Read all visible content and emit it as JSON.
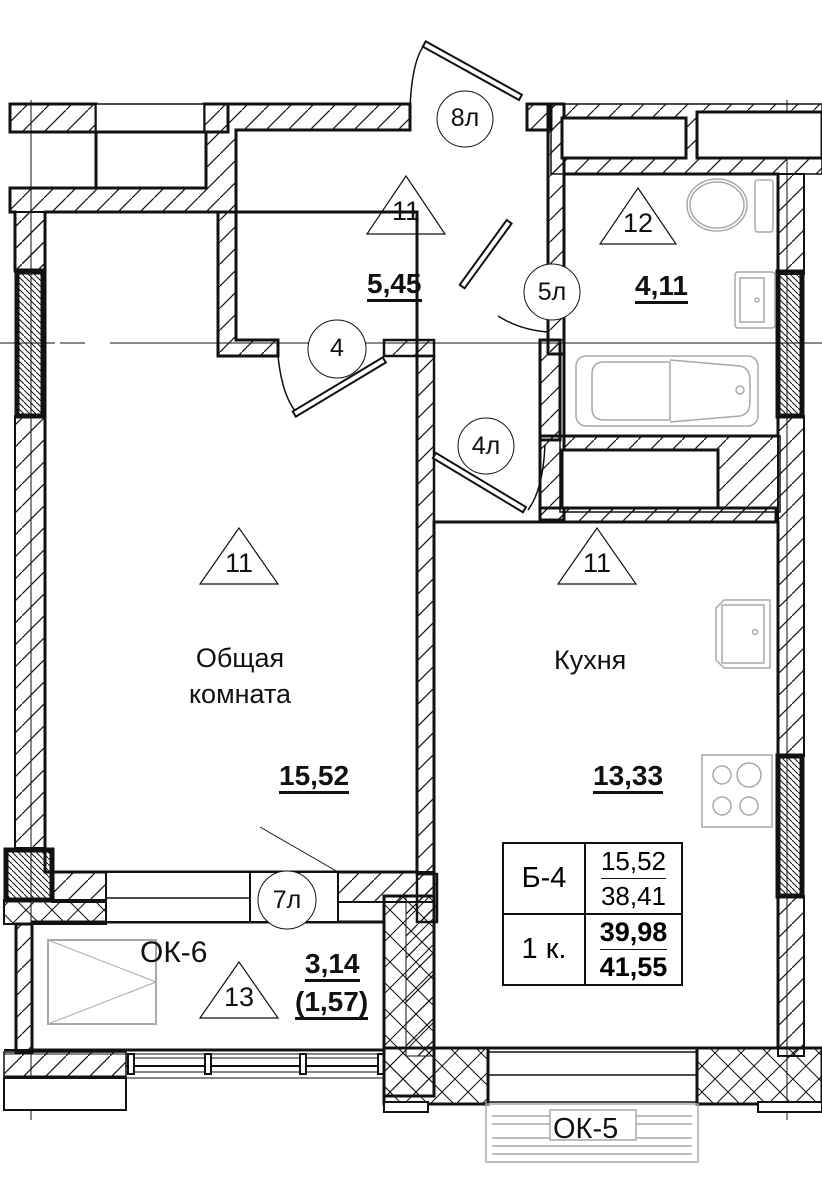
{
  "plan": {
    "apartment_code": "Б-4",
    "rooms_count": "1 к.",
    "summary_values": {
      "living_area": "15,52",
      "area_without_balcony": "38,41",
      "total_area_reduced": "39,98",
      "total_area_full": "41,55"
    }
  },
  "rooms": [
    {
      "id": "hall",
      "name": "",
      "area": "5,45",
      "finish_code": "11"
    },
    {
      "id": "bathroom",
      "name": "",
      "area": "4,11",
      "finish_code": "12"
    },
    {
      "id": "living-room",
      "name_line1": "Общая",
      "name_line2": "комната",
      "area": "15,52",
      "finish_code": "11"
    },
    {
      "id": "kitchen",
      "name": "Кухня",
      "area": "13,33",
      "finish_code": "11"
    },
    {
      "id": "loggia",
      "name": "",
      "area": "3,14",
      "area_reduced": "(1,57)",
      "finish_code": "13"
    }
  ],
  "doors": [
    {
      "id": "entrance",
      "tag": "8л"
    },
    {
      "id": "bathroom-door",
      "tag": "5л"
    },
    {
      "id": "living-door",
      "tag": "4"
    },
    {
      "id": "kitchen-door",
      "tag": "4л"
    },
    {
      "id": "loggia-door",
      "tag": "7л"
    }
  ],
  "windows": [
    {
      "id": "loggia-window",
      "tag": "ОК-6"
    },
    {
      "id": "kitchen-window",
      "tag": "ОК-5"
    }
  ],
  "colors": {
    "line": "#111111",
    "fixture": "#a8a8a8",
    "background": "#ffffff"
  }
}
